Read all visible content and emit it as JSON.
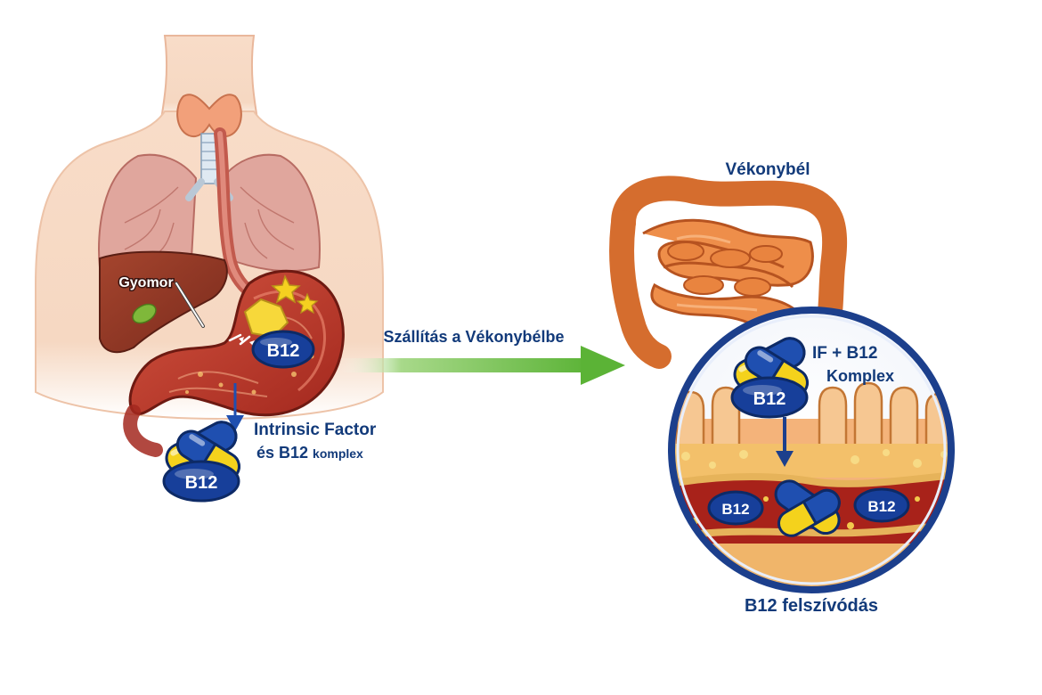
{
  "labels": {
    "stomach": "Gyomor",
    "if_title": "Intrinsic Factor",
    "if_sub_prefix": "és B12 ",
    "if_sub_suffix": "komplex",
    "transport": "Szállítás a Vékonybélbe",
    "intestine": "Vékonybél",
    "complex_line1": "IF + B12",
    "complex_line2": "Komplex",
    "absorption": "B12 felszívódás"
  },
  "molecule": {
    "b12": "B12"
  },
  "colors": {
    "navy": "#123a7a",
    "capsule_blue": "#1f4fb0",
    "capsule_yellow": "#f4d21c",
    "arrow_green": "#6cbf45",
    "skin": "#f6d8c2",
    "stomach_red": "#b0392c",
    "intestine_orange": "#e6843f",
    "vessel_red": "#a8221a",
    "gold": "#f5d020"
  }
}
